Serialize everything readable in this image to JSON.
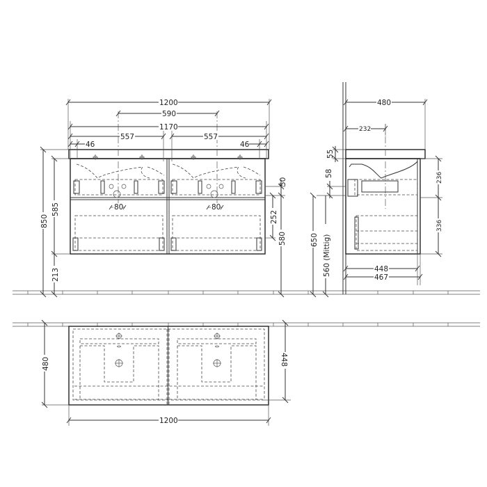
{
  "drawing": {
    "type": "technical-drawing",
    "subject": "double washbasin with vanity unit (2 drawers)",
    "colors": {
      "line": "#333333",
      "background": "#ffffff"
    }
  },
  "front_view": {
    "top_dims": {
      "overall_width": "1200",
      "tap_hole_spacing": "590",
      "cabinet_width": "1170",
      "left_basin_width": "557",
      "right_basin_width": "557",
      "left_edge_offset": "46",
      "right_edge_offset": "46"
    },
    "left_dims": {
      "total_height": "850",
      "cabinet_height": "585",
      "floor_clearance": "213"
    },
    "right_dims": {
      "gap": "50",
      "drawer_height": "252",
      "height_to_top": "580"
    },
    "waste_spacing_left": "80",
    "waste_spacing_right": "80"
  },
  "side_view": {
    "depth_overall": "480",
    "tap_offset": "232",
    "basin_thickness": "55",
    "siphon_offset": "58",
    "upper_drawer_height": "236",
    "lower_drawer_height": "336",
    "total_height": "650",
    "waste_height": "560 (Mittig)",
    "inner_depth": "448",
    "cabinet_depth": "467"
  },
  "plan_view": {
    "depth_overall": "480",
    "inner_depth": "448",
    "overall_width": "1200"
  }
}
